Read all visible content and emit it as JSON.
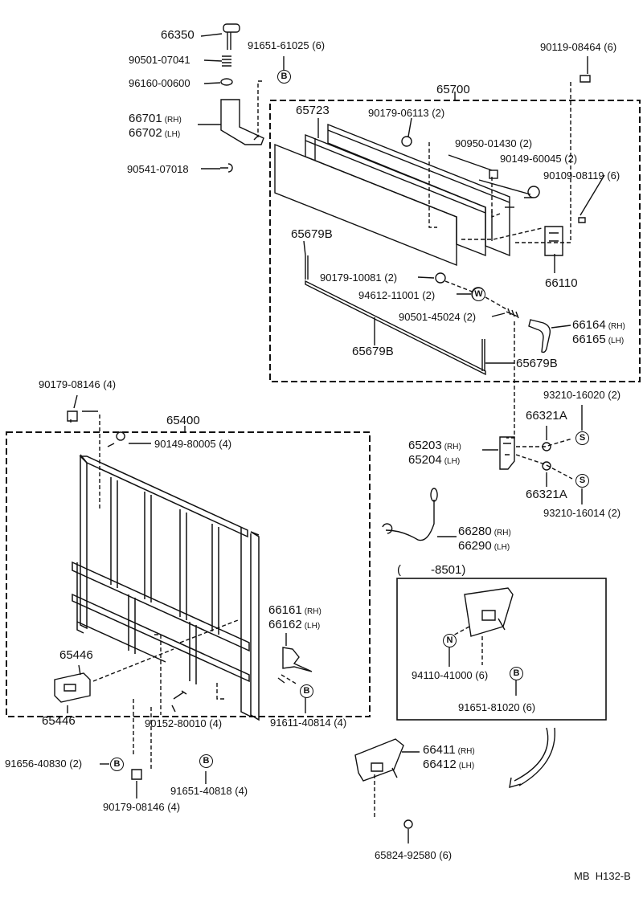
{
  "diagram_code": "MB  H132-B",
  "period_note": {
    "open": "(",
    "close": "-8501)"
  },
  "markers": {
    "B": "B",
    "N": "N",
    "S": "S",
    "W": "W"
  },
  "parts": {
    "p66350": "66350",
    "p90501_07041": "90501-07041",
    "p96160_00600": "96160-00600",
    "p66701": "66701",
    "p66702": "66702",
    "p90541_07018": "90541-07018",
    "p91651_61025": "91651-61025  (6)",
    "p90119_08464": "90119-08464  (6)",
    "p65700": "65700",
    "p65723": "65723",
    "p90179_06113": "90179-06113  (2)",
    "p90950_01430": "90950-01430  (2)",
    "p90149_60045": "90149-60045  (2)",
    "p90109_08119": "90109-08119  (6)",
    "p66110": "66110",
    "p65679B_a": "65679B",
    "p90179_10081": "90179-10081  (2)",
    "p94612_11001": "94612-11001  (2)",
    "p90501_45024": "90501-45024  (2)",
    "p66164": "66164",
    "p66165": "66165",
    "p65679B_b": "65679B",
    "p65679B_c": "65679B",
    "p90179_08146_top": "90179-08146  (4)",
    "p65400": "65400",
    "p90149_80005": "90149-80005  (4)",
    "p93210_16020": "93210-16020  (2)",
    "p66321A_a": "66321A",
    "p65203": "65203",
    "p65204": "65204",
    "p66321A_b": "66321A",
    "p93210_16014": "93210-16014  (2)",
    "p66280": "66280",
    "p66290": "66290",
    "p66161": "66161",
    "p66162": "66162",
    "p65446_a": "65446",
    "p65446_b": "65446",
    "p90152_80010": "90152-80010  (4)",
    "p91611_40814": "91611-40814  (4)",
    "p91656_40830": "91656-40830  (2)",
    "p91651_40818": "91651-40818  (4)",
    "p90179_08146_bot": "90179-08146  (4)",
    "p94110_41000": "94110-41000  (6)",
    "p91651_81020": "91651-81020  (6)",
    "p66411": "66411",
    "p66412": "66412",
    "p65824_92580": "65824-92580  (6)"
  },
  "side": {
    "rh": "(RH)",
    "lh": "(LH)"
  }
}
